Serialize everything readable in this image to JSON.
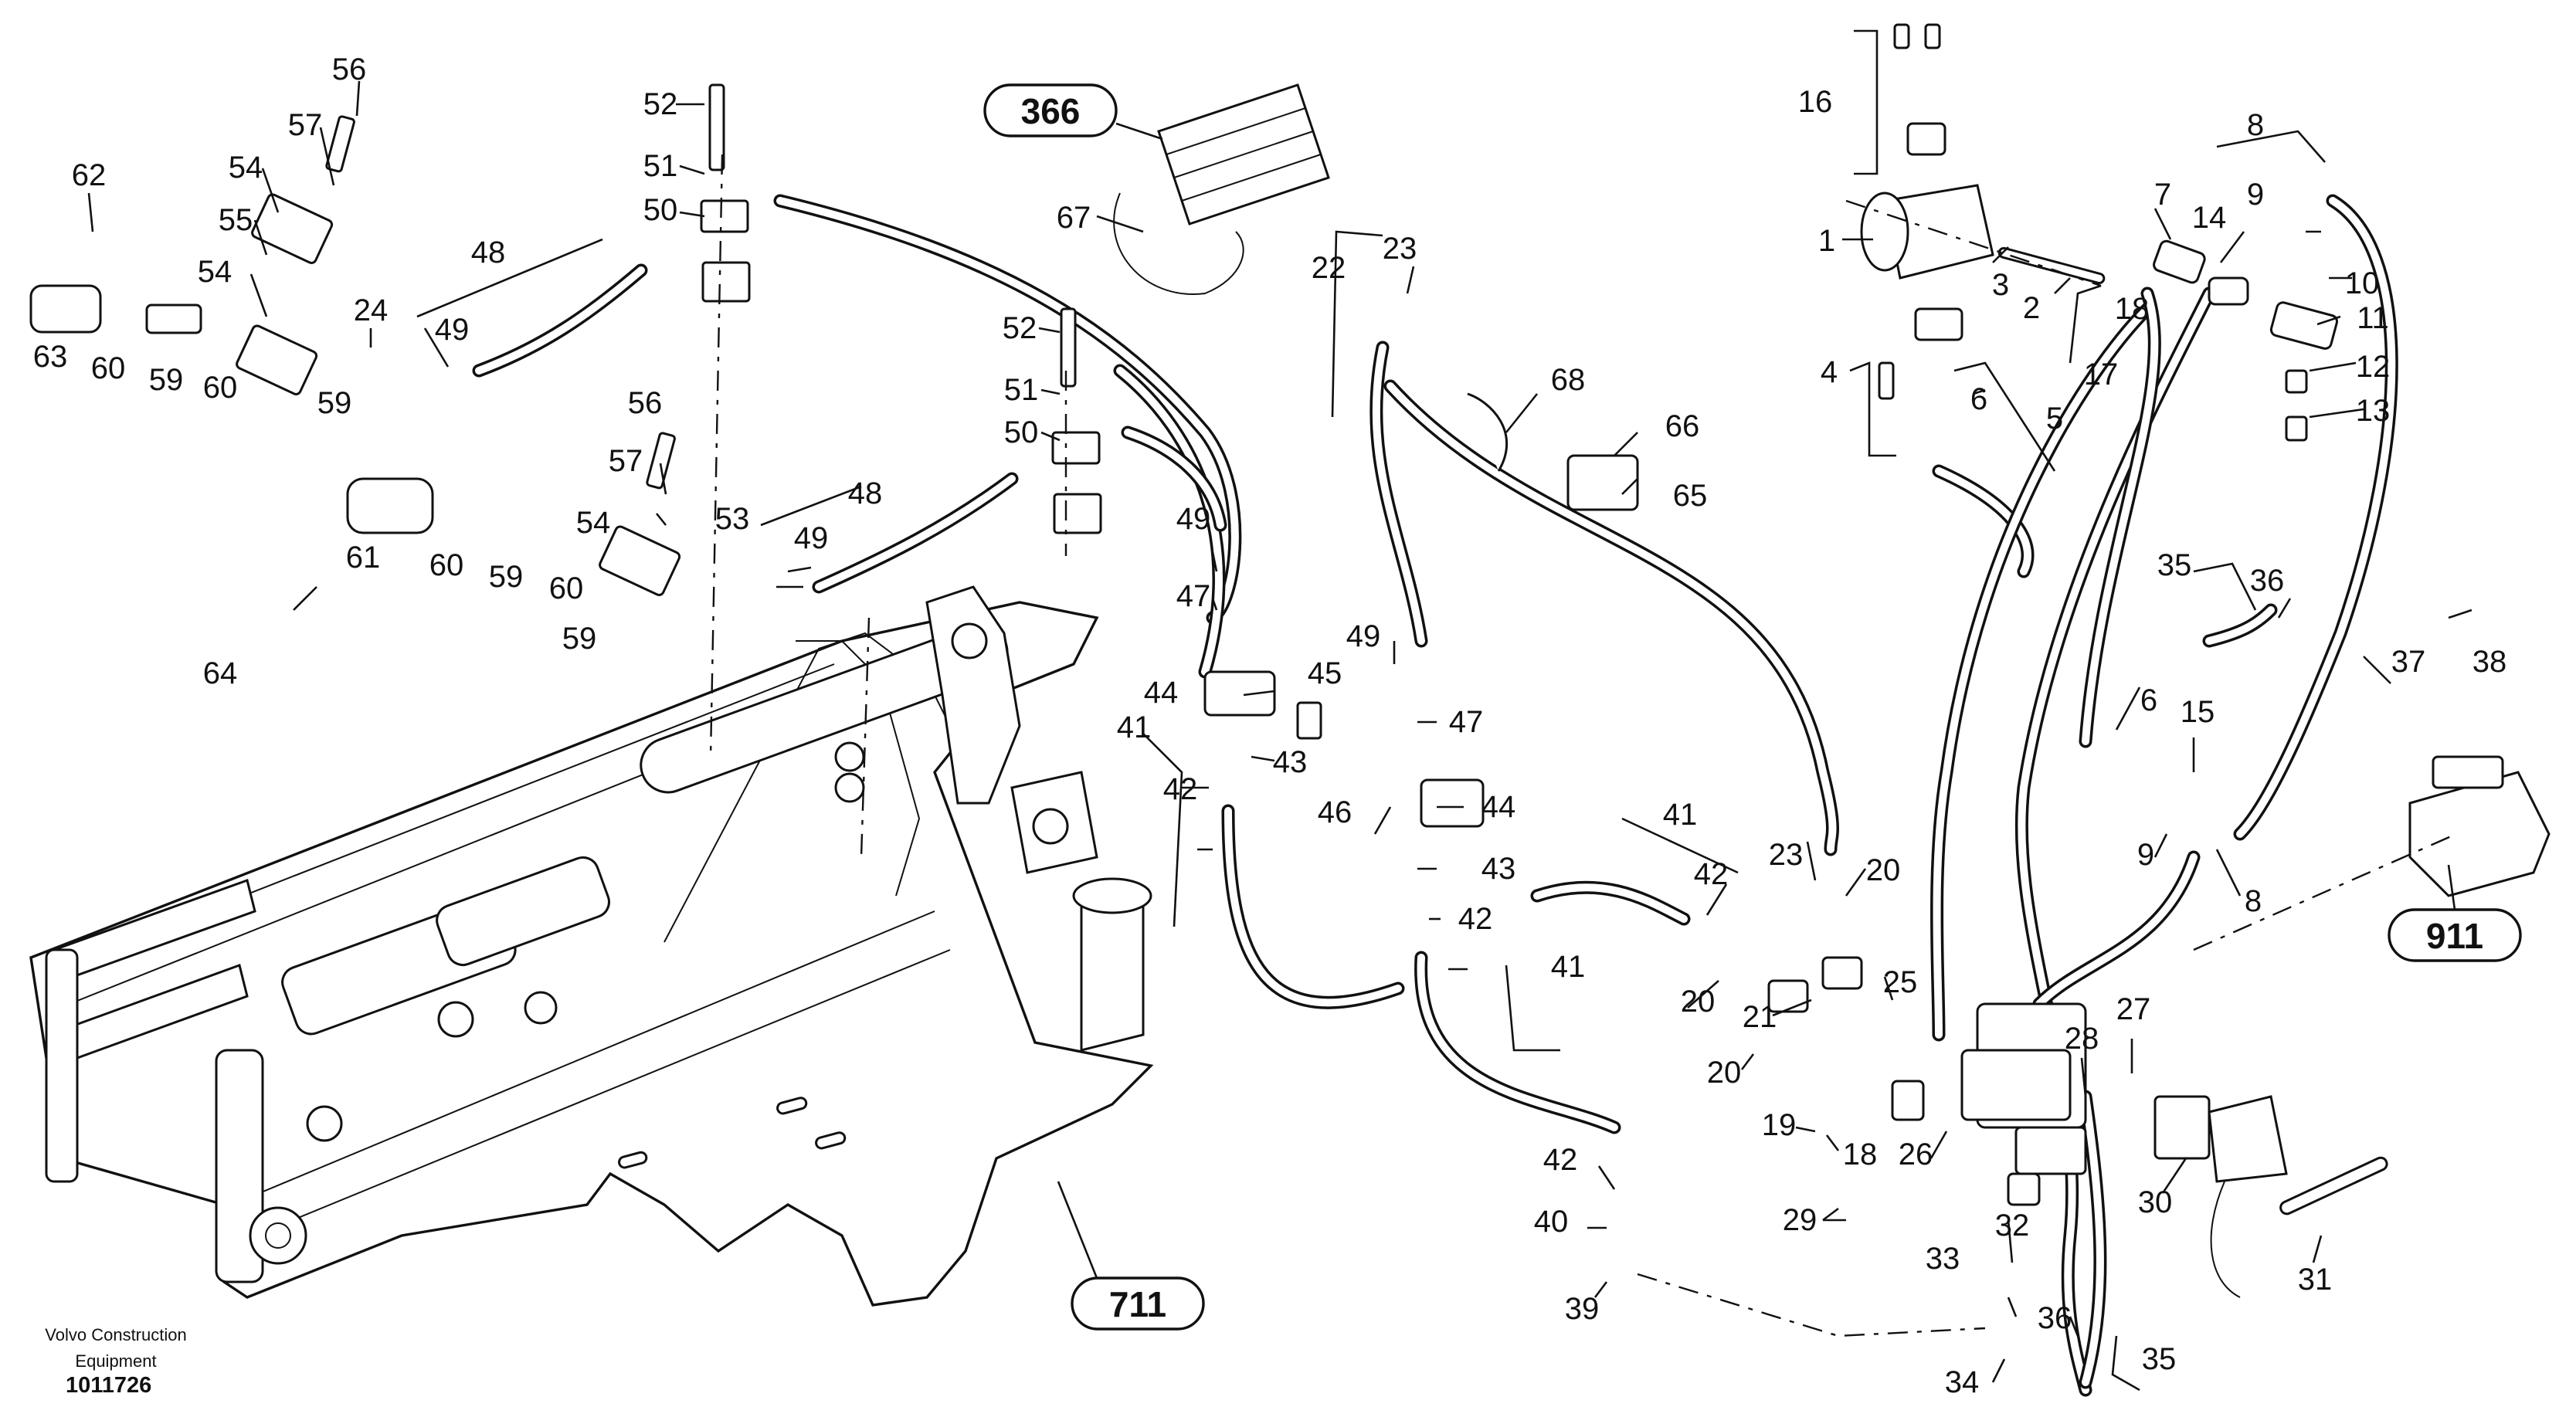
{
  "footer": {
    "maker_line1": "Volvo Construction",
    "maker_line2": "Equipment",
    "drawing_number": "1011726"
  },
  "reference_boxes": [
    "366",
    "711",
    "911"
  ],
  "callouts": [
    "56",
    "57",
    "54",
    "55",
    "54",
    "62",
    "63",
    "60",
    "59",
    "60",
    "59",
    "24",
    "49",
    "48",
    "52",
    "51",
    "50",
    "52",
    "51",
    "50",
    "56",
    "57",
    "54",
    "61",
    "60",
    "59",
    "60",
    "59",
    "53",
    "49",
    "48",
    "64",
    "67",
    "22",
    "23",
    "68",
    "66",
    "65",
    "16",
    "1",
    "3",
    "2",
    "4",
    "6",
    "5",
    "7",
    "14",
    "18",
    "17",
    "8",
    "9",
    "10",
    "11",
    "12",
    "13",
    "35",
    "36",
    "37",
    "38",
    "6",
    "15",
    "9",
    "8",
    "49",
    "47",
    "44",
    "43",
    "42",
    "41",
    "45",
    "49",
    "47",
    "44",
    "46",
    "43",
    "42",
    "41",
    "41",
    "42",
    "23",
    "20",
    "20",
    "21",
    "25",
    "20",
    "19",
    "18",
    "26",
    "27",
    "28",
    "29",
    "42",
    "40",
    "39",
    "32",
    "33",
    "34",
    "36",
    "35",
    "30",
    "31"
  ]
}
